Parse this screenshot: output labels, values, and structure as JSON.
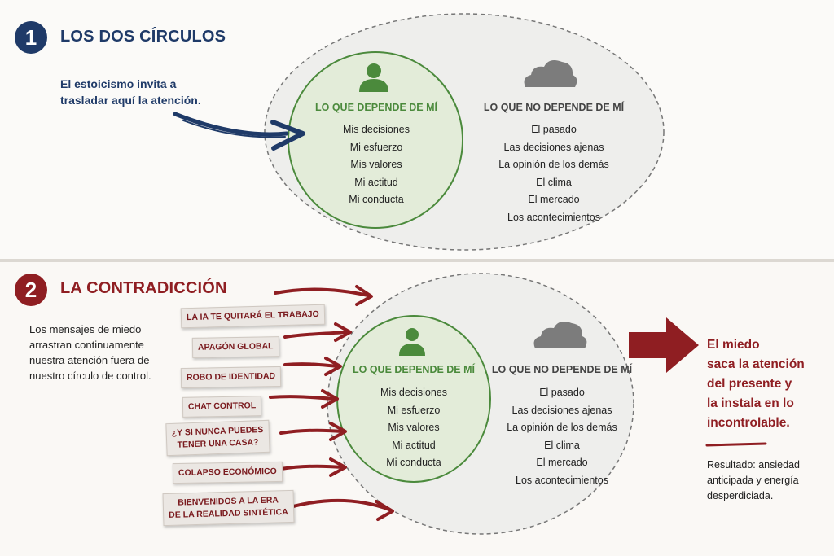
{
  "section1": {
    "number": "1",
    "title": "LOS DOS CÍRCULOS",
    "note_lines": [
      "El estoicismo invita a",
      "trasladar aquí la atención."
    ]
  },
  "section2": {
    "number": "2",
    "title": "LA CONTRADICCIÓN",
    "note_lines": [
      "Los mensajes de miedo",
      "arrastran continuamente",
      "nuestra atención fuera de",
      "nuestro círculo de control."
    ],
    "tags": [
      {
        "lines": [
          "LA IA TE QUITARÁ EL TRABAJO"
        ]
      },
      {
        "lines": [
          "APAGÓN GLOBAL"
        ]
      },
      {
        "lines": [
          "ROBO DE IDENTIDAD"
        ]
      },
      {
        "lines": [
          "CHAT CONTROL"
        ]
      },
      {
        "lines": [
          "¿Y SI NUNCA PUEDES",
          "TENER UNA CASA?"
        ]
      },
      {
        "lines": [
          "COLAPSO ECONÓMICO"
        ]
      },
      {
        "lines": [
          "BIENVENIDOS A LA ERA",
          "DE LA REALIDAD SINTÉTICA"
        ]
      }
    ],
    "conclusion_lines": [
      "El miedo",
      "saca la atención",
      "del presente y",
      "la instala en lo",
      "incontrolable."
    ],
    "result_lines": [
      "Resultado: ansiedad",
      "anticipada y energía",
      "desperdiciada."
    ]
  },
  "circles": {
    "inner_title": "LO QUE DEPENDE DE MÍ",
    "inner_items": [
      "Mis decisiones",
      "Mi esfuerzo",
      "Mis valores",
      "Mi actitud",
      "Mi conducta"
    ],
    "outer_title": "LO QUE NO DEPENDE DE MÍ",
    "outer_items": [
      "El pasado",
      "Las decisiones ajenas",
      "La opinión de los demás",
      "El clima",
      "El mercado",
      "Los acontecimientos"
    ]
  },
  "icons": {
    "inner": "person-icon",
    "outer": "cloud-icon"
  },
  "colors": {
    "navy": "#1f3a68",
    "maroon": "#8f1e22",
    "green": "#4b8a3c",
    "green_fill": "#e3ecd9",
    "grey_fill": "#eeeeec"
  }
}
